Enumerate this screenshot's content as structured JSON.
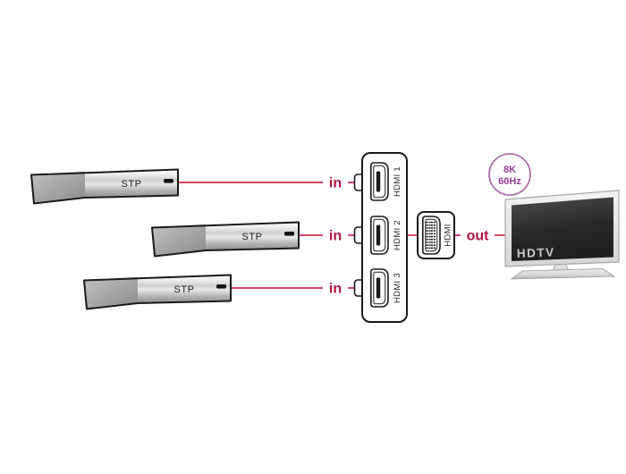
{
  "colors": {
    "line": "#cf2b4e",
    "io_label": "#b01841",
    "badge_text": "#943a96",
    "badge_ring": "#aa62a8"
  },
  "sources": [
    {
      "label": "STP"
    },
    {
      "label": "STP"
    },
    {
      "label": "STP"
    }
  ],
  "connections": {
    "input_labels": [
      "in",
      "in",
      "in"
    ],
    "output_label": "out"
  },
  "switch_panel": {
    "ports": [
      {
        "label": "HDMI 1"
      },
      {
        "label": "HDMI 2"
      },
      {
        "label": "HDMI 3"
      }
    ]
  },
  "output_connector": {
    "label": "HDMI"
  },
  "badge": {
    "line1": "8K",
    "line2": "60Hz"
  },
  "display": {
    "label": "HDTV"
  }
}
